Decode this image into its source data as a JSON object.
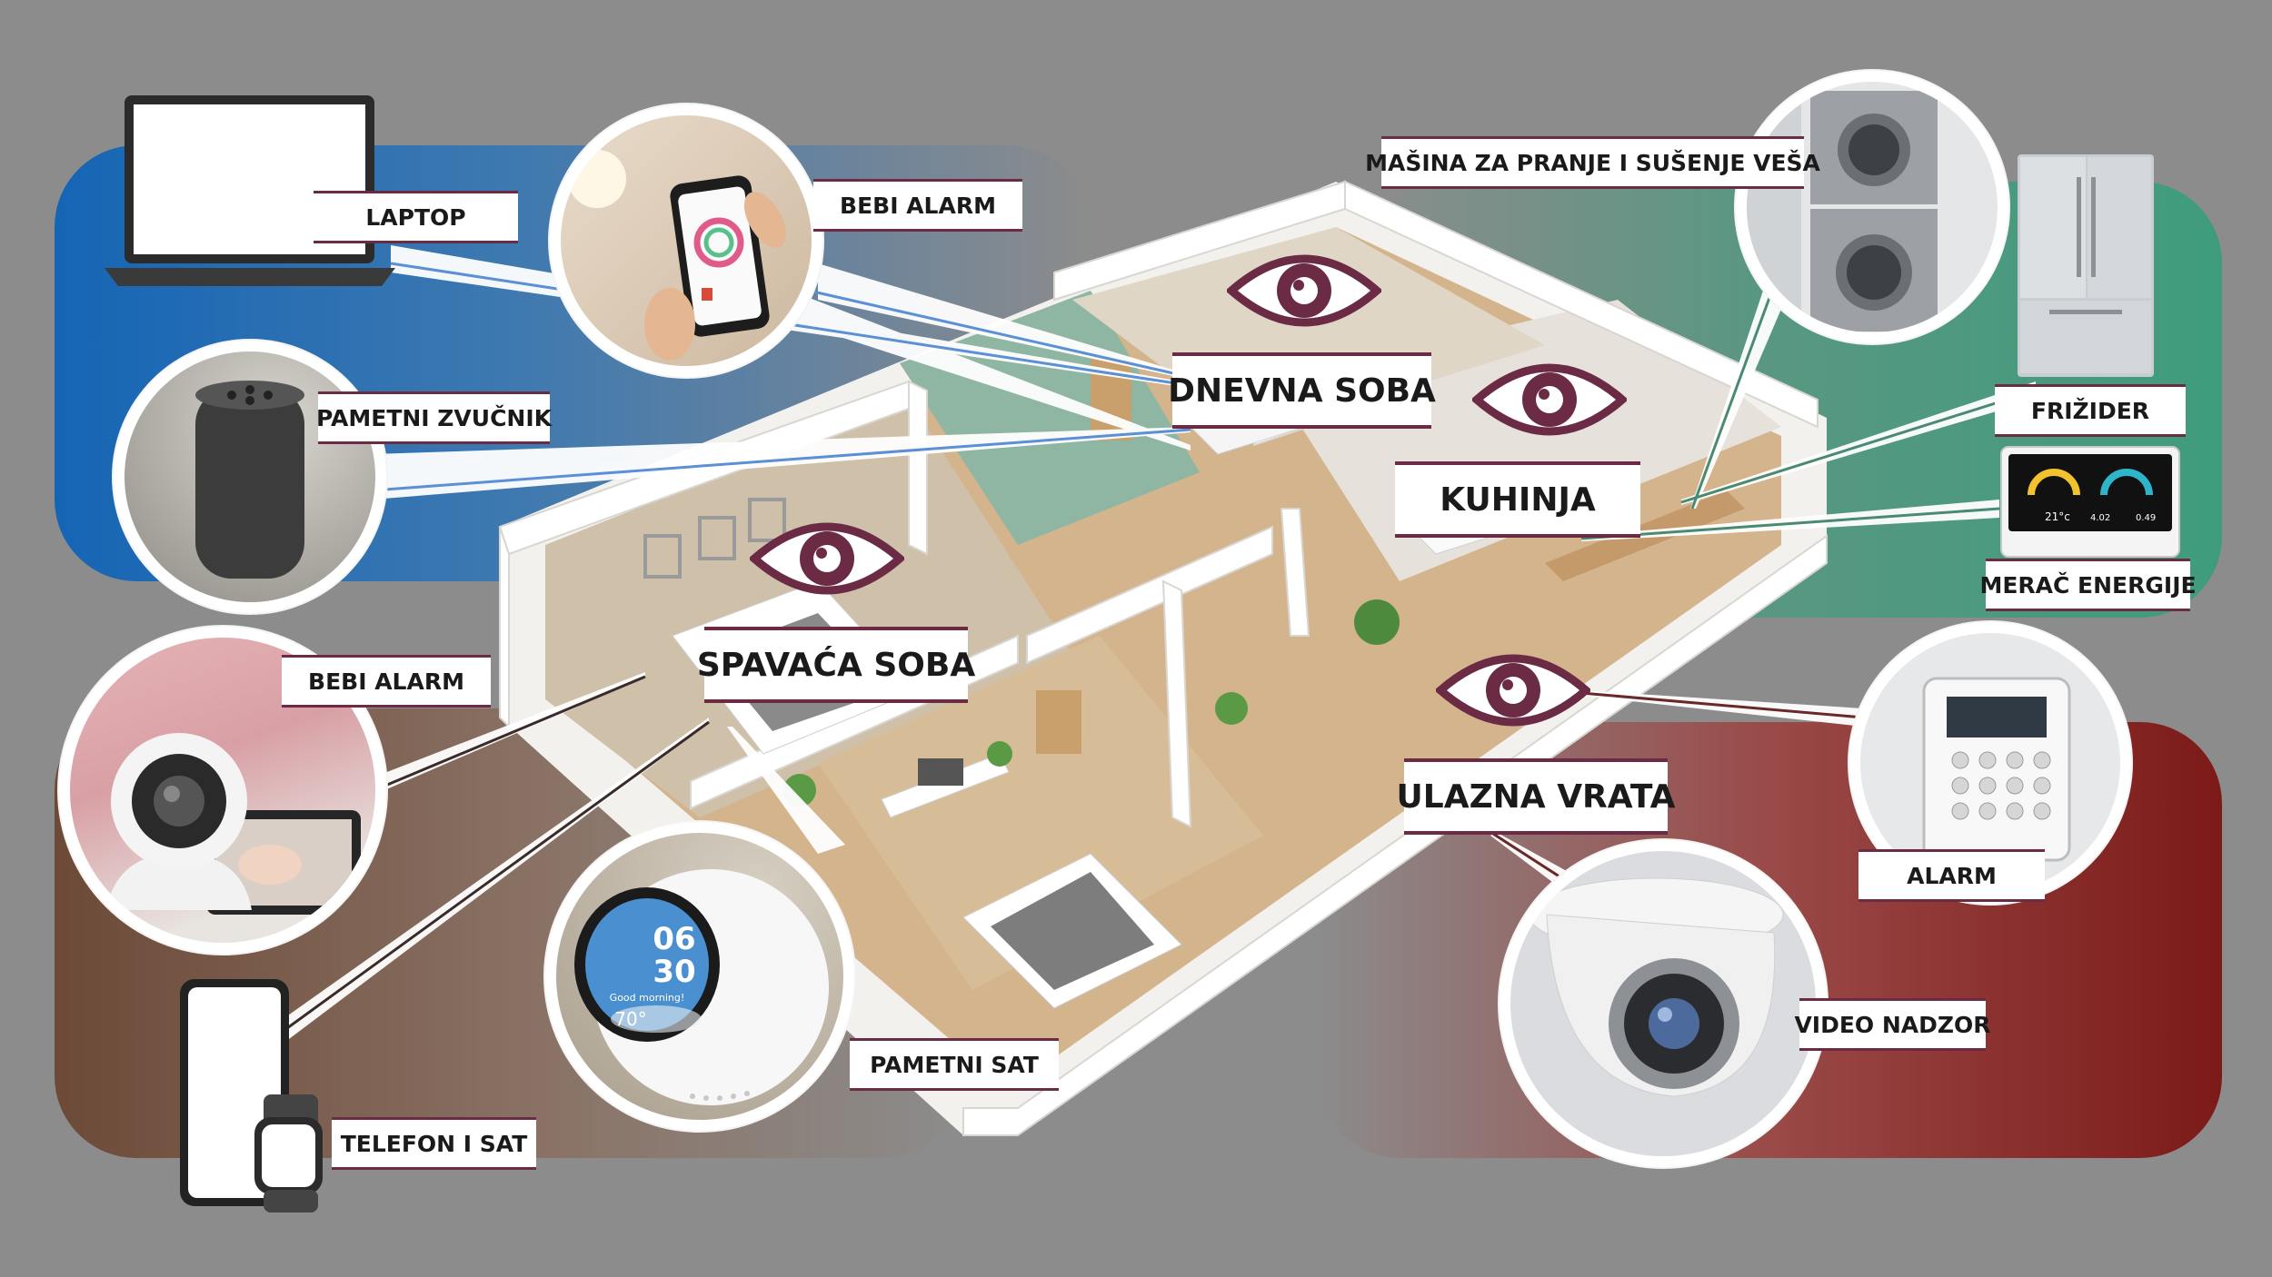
{
  "rooms": {
    "dnevna_soba": "DNEVNA SOBA",
    "kuhinja": "KUHINJA",
    "spavaca_soba": "SPAVAĆA SOBA",
    "ulazna_vrata": "ULAZNA VRATA"
  },
  "devices": {
    "laptop": "LAPTOP",
    "bebi_alarm_phone": "BEBI ALARM",
    "pametni_zvucnik": "PAMETNI ZVUČNIK",
    "bebi_alarm_camera": "BEBI ALARM",
    "telefon_i_sat": "TELEFON I SAT",
    "pametni_sat": "PAMETNI SAT",
    "masina": "MAŠINA ZA PRANJE I SUŠENJE VEŠA",
    "frizider": "FRIŽIDER",
    "merac_energije": "MERAČ ENERGIJE",
    "alarm": "ALARM",
    "video_nadzor": "VIDEO NADZOR"
  },
  "clock": {
    "hours": "06",
    "minutes": "30",
    "greeting": "Good morning!",
    "temp": "70°"
  },
  "energy_meter": {
    "temp": "21°c",
    "reading": "4.02",
    "reading2": "0.49"
  },
  "colors": {
    "accent": "#6c2b45",
    "zone_blue": "#1565b5",
    "zone_green": "#3e9c7c",
    "zone_brown": "#6d4a38",
    "zone_red": "#7c1a18"
  }
}
